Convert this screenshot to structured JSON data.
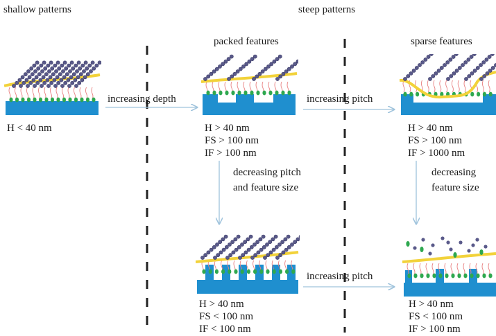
{
  "headers": {
    "shallow": "shallow patterns",
    "steep": "steep patterns",
    "packed": "packed features",
    "sparse": "sparse features"
  },
  "arrows": {
    "increasing_depth": "increasing depth",
    "increasing_pitch_top": "increasing pitch",
    "increasing_pitch_bottom": "increasing pitch",
    "decreasing_pitch_line1": "decreasing pitch",
    "decreasing_pitch_line2": "and feature size",
    "decreasing_feature_line1": "decreasing",
    "decreasing_feature_line2": "feature size"
  },
  "labels": {
    "shallow": [
      "H < 40 nm"
    ],
    "packed": [
      "H > 40 nm",
      "FS > 100 nm",
      "IF > 100 nm"
    ],
    "sparse": [
      "H > 40 nm",
      "FS > 100 nm",
      "IF > 1000 nm"
    ],
    "dense_small": [
      "H > 40 nm",
      "FS < 100 nm",
      "IF < 100 nm"
    ],
    "sparse_small": [
      "H > 40 nm",
      "FS < 100 nm",
      "IF > 100 nm"
    ]
  },
  "colors": {
    "substrate": "#1f8fcf",
    "membrane": "#f2d23a",
    "chain": "#5a5a8a",
    "protein": "#2ea84f",
    "lipid_tail": "#e88080",
    "arrow": "#9fc3dc",
    "divider": "#222222"
  }
}
